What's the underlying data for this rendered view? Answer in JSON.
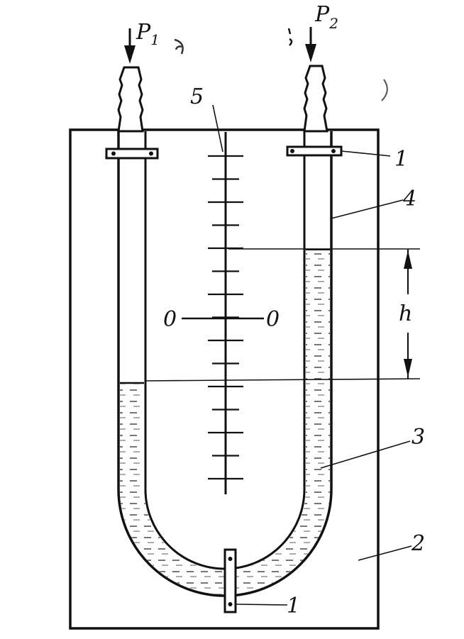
{
  "figure": {
    "pressure_left": {
      "symbol": "P",
      "subscript": "1"
    },
    "pressure_right": {
      "symbol": "P",
      "subscript": "2"
    },
    "zero_label_left": "0",
    "zero_label_right": "0",
    "height_label": "h",
    "callouts": {
      "clamp_top": "1",
      "clamp_bottom": "1",
      "board": "2",
      "liquid": "3",
      "tube": "4",
      "scale": "5"
    }
  },
  "colors": {
    "ink": "#111111",
    "paper": "#ffffff"
  }
}
